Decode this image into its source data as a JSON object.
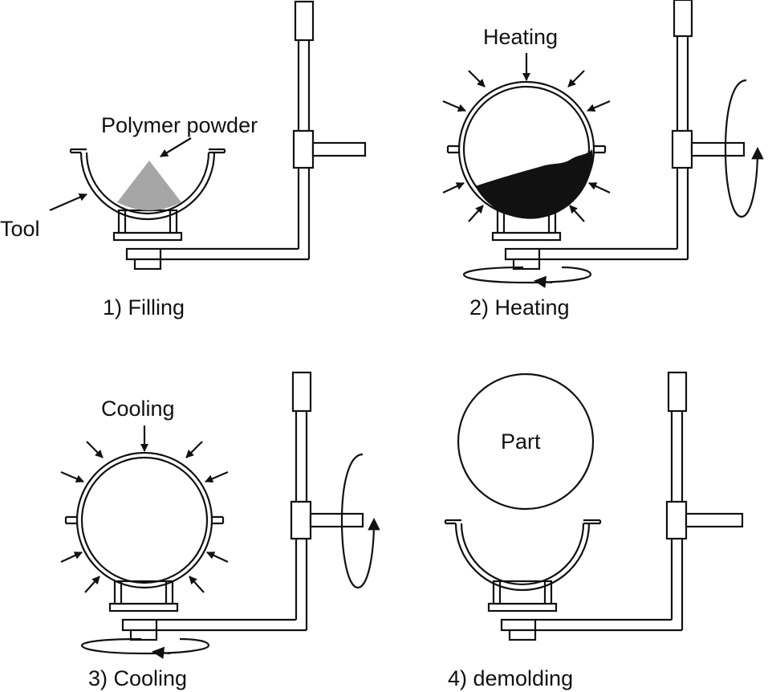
{
  "panels": [
    {
      "caption": "1) Filling",
      "callouts": {
        "material": "Polymer powder",
        "mold": "Tool"
      }
    },
    {
      "caption": "2) Heating",
      "callouts": {
        "process": "Heating"
      }
    },
    {
      "caption": "3) Cooling",
      "callouts": {
        "process": "Cooling"
      }
    },
    {
      "caption": "4) demolding",
      "callouts": {
        "product": "Part"
      }
    }
  ],
  "colors": {
    "line": "#111111",
    "powder": "#a6a6a6",
    "melt": "#111111",
    "background": "#ffffff"
  },
  "icons": [
    "arrow-icon",
    "rotation-arrow-icon"
  ]
}
